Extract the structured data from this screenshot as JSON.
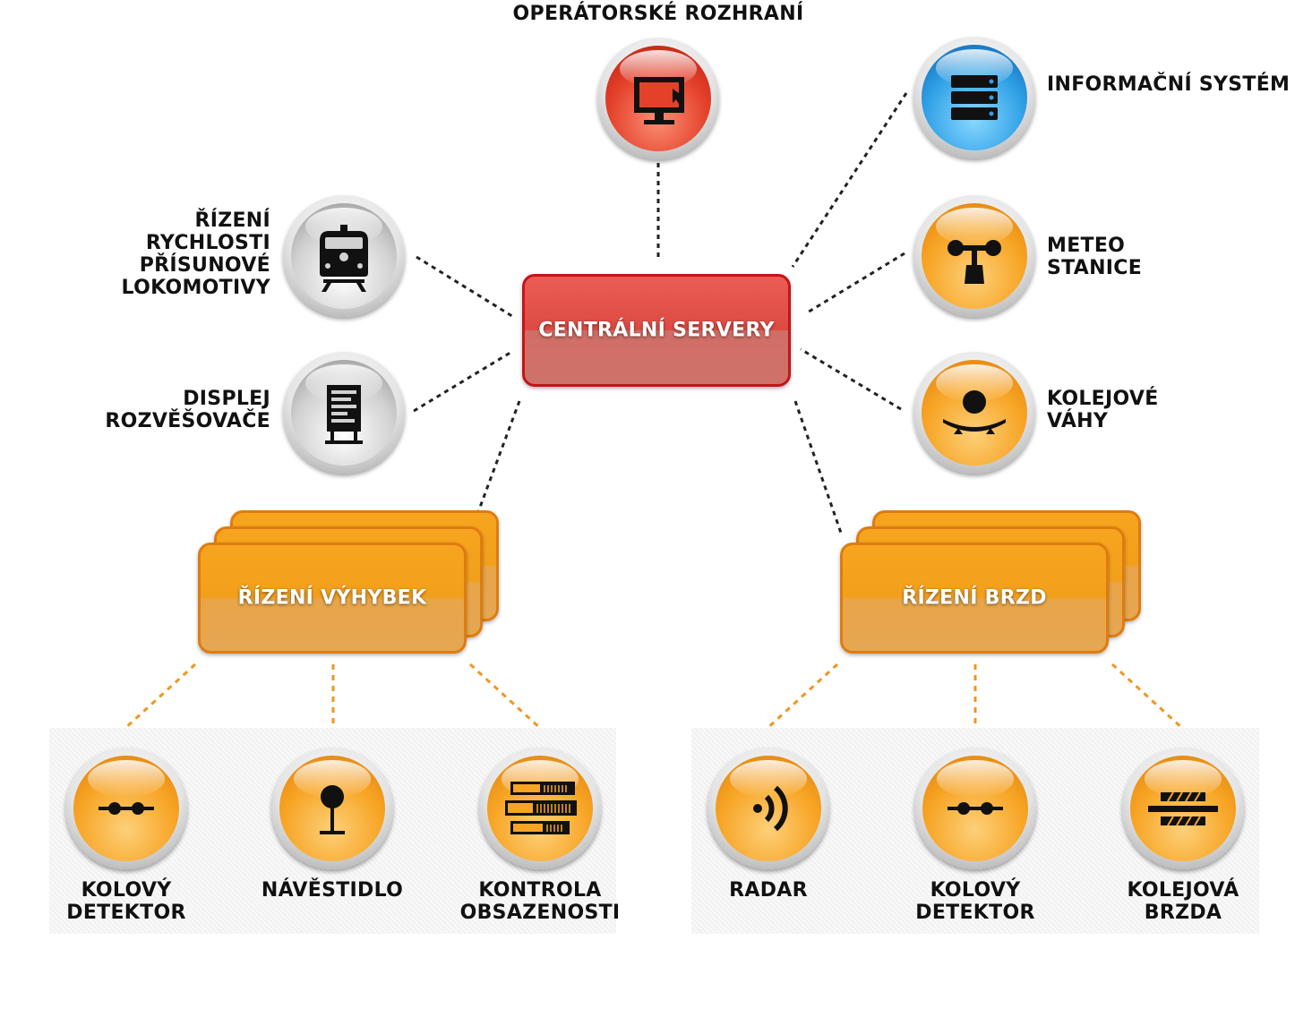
{
  "central": {
    "label": "CENTRÁLNÍ SERVERY"
  },
  "controllers": {
    "turnouts": {
      "label": "ŘÍZENÍ VÝHYBEK"
    },
    "brakes": {
      "label": "ŘÍZENÍ BRZD"
    }
  },
  "nodes": {
    "operator": {
      "label": "OPERÁTORSKÉ ROZHRANÍ",
      "icon": "monitor-icon"
    },
    "infosys": {
      "label": "INFORMAČNÍ SYSTÉM",
      "icon": "server-rack-icon"
    },
    "meteo": {
      "label": "METEO\nSTANICE",
      "icon": "anemometer-icon"
    },
    "scale": {
      "label": "KOLEJOVÉ\nVÁHY",
      "icon": "track-scale-icon"
    },
    "loco": {
      "label": "ŘÍZENÍ\nRYCHLOSTI\nPŘÍSUNOVÉ\nLOKOMOTIVY",
      "icon": "locomotive-icon"
    },
    "display": {
      "label": "DISPLEJ\nROZVĚŠOVAČE",
      "icon": "display-board-icon"
    }
  },
  "turnout_devices": [
    {
      "label": "KOLOVÝ\nDETEKTOR",
      "icon": "wheel-detector-icon"
    },
    {
      "label": "NÁVĚSTIDLO",
      "icon": "signal-icon"
    },
    {
      "label": "KONTROLA\nOBSAZENOSTI",
      "icon": "occupancy-icon"
    }
  ],
  "brake_devices": [
    {
      "label": "RADAR",
      "icon": "radar-icon"
    },
    {
      "label": "KOLOVÝ\nDETEKTOR",
      "icon": "wheel-detector-icon"
    },
    {
      "label": "KOLEJOVÁ\nBRZDA",
      "icon": "rail-brake-icon"
    }
  ],
  "colors": {
    "connector": "#222222",
    "device_connector": "#f0961e",
    "server_border": "#c3151a",
    "controller_border": "#de7c10"
  }
}
